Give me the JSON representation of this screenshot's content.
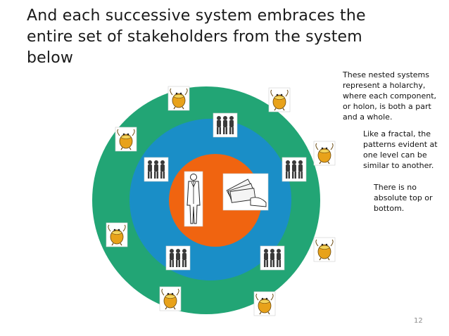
{
  "slide": {
    "title": "And each successive system embraces the\nentire set of stakeholders from the system\nbelow",
    "notes": [
      "These nested systems\nrepresent a holarchy,\nwhere each component,\nor holon, is both a part\nand a whole.",
      "Like a fractal, the\npatterns evident at\none level can be\nsimilar to another.",
      "There is no\nabsolute top or\nbottom."
    ],
    "page_number": "12"
  },
  "colors": {
    "outer_ring": "#22a575",
    "middle_ring": "#1a8ec7",
    "inner_circle": "#f06410",
    "title_text": "#1a1a1a"
  },
  "icons": {
    "outer_ring": "lorax-creature-icon",
    "middle_ring": "people-group-icon",
    "inner_left": "businessman-icon",
    "inner_right": "money-in-hand-icon"
  }
}
